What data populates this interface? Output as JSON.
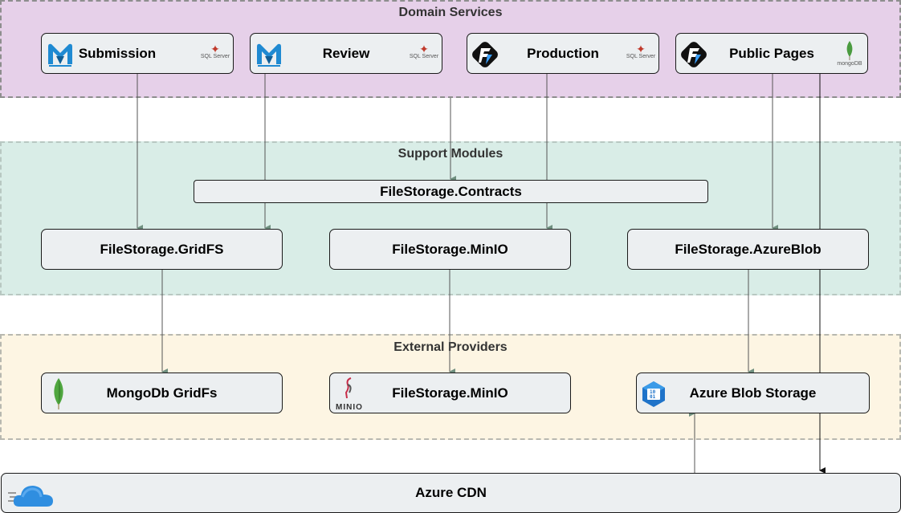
{
  "groups": {
    "domain": {
      "title": "Domain Services"
    },
    "support": {
      "title": "Support Modules"
    },
    "external": {
      "title": "External Providers"
    }
  },
  "nodes": {
    "submission": {
      "label": "Submission",
      "icon": "mediatr-icon",
      "badge": "SQL Server"
    },
    "review": {
      "label": "Review",
      "icon": "mediatr-icon",
      "badge": "SQL Server"
    },
    "production": {
      "label": "Production",
      "icon": "fastendpoints-icon",
      "badge": "SQL Server"
    },
    "public_pages": {
      "label": "Public Pages",
      "icon": "fastendpoints-icon",
      "badge": "mongoDB"
    },
    "contracts": {
      "label": "FileStorage.Contracts"
    },
    "gridfs": {
      "label": "FileStorage.GridFS"
    },
    "minio_module": {
      "label": "FileStorage.MinIO"
    },
    "azureblob_module": {
      "label": "FileStorage.AzureBlob"
    },
    "mongodb_gridfs": {
      "label": "MongoDb GridFs",
      "icon": "mongodb-leaf-icon"
    },
    "minio_provider": {
      "label": "FileStorage.MinIO",
      "icon": "minio-icon",
      "icon_text": "MINIO"
    },
    "azure_blob_storage": {
      "label": "Azure Blob Storage",
      "icon": "azure-blob-icon"
    },
    "azure_cdn": {
      "label": "Azure CDN",
      "icon": "cloud-icon"
    }
  },
  "colors": {
    "domain_fill": "#e6d0e9",
    "support_fill": "#d9ede7",
    "external_fill": "#fdf5e3",
    "node_fill": "#eceff1",
    "edge_gray": "#555555",
    "edge_green": "#6f8f7f"
  }
}
